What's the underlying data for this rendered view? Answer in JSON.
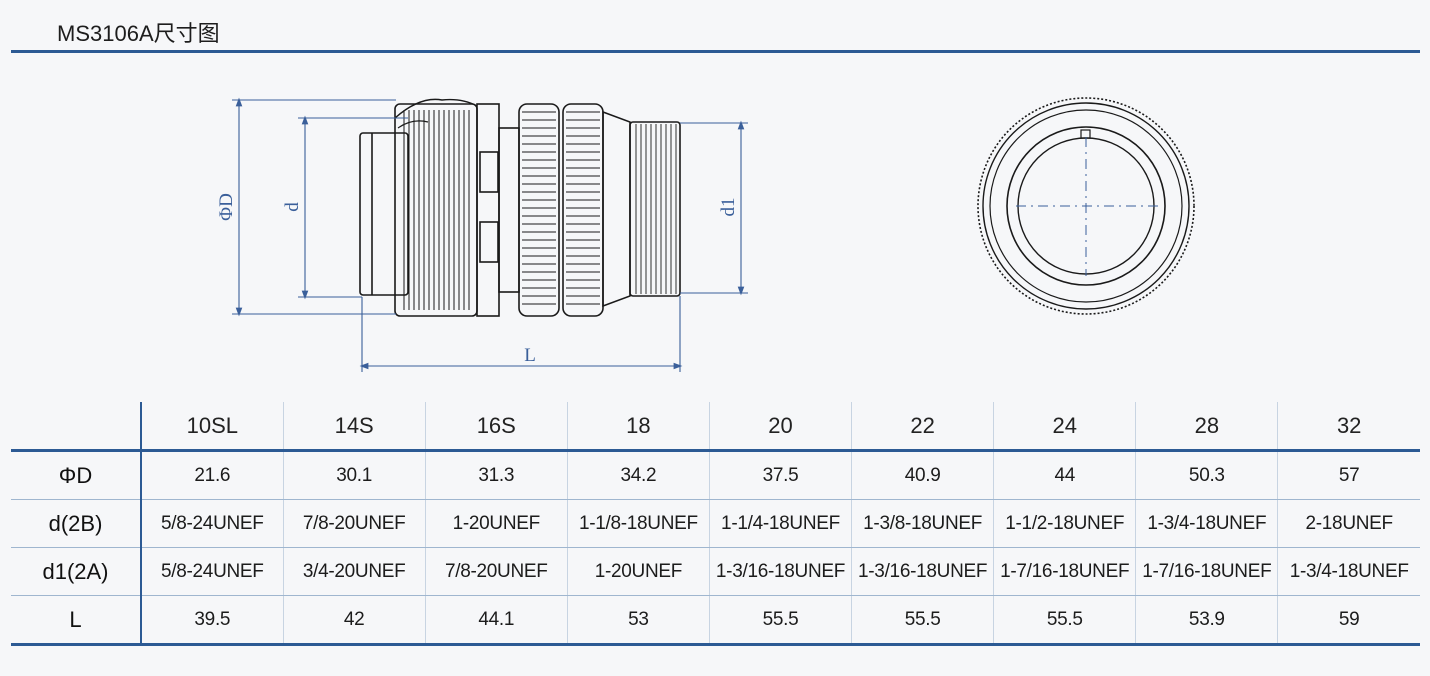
{
  "page": {
    "title": "MS3106A尺寸图"
  },
  "drawing": {
    "labels": {
      "outer_diameter": "ΦD",
      "inner_diameter": "d",
      "thread_diameter": "d1",
      "length": "L"
    },
    "colors": {
      "dimension_line": "#3a5f9a",
      "part_outline": "#1a1a1a",
      "center_line": "#3a5f9a"
    }
  },
  "table": {
    "sizes": [
      "10SL",
      "14S",
      "16S",
      "18",
      "20",
      "22",
      "24",
      "28",
      "32"
    ],
    "rows": [
      {
        "label": "ΦD",
        "values": [
          "21.6",
          "30.1",
          "31.3",
          "34.2",
          "37.5",
          "40.9",
          "44",
          "50.3",
          "57"
        ]
      },
      {
        "label": "d(2B)",
        "values": [
          "5/8-24UNEF",
          "7/8-20UNEF",
          "1-20UNEF",
          "1-1/8-18UNEF",
          "1-1/4-18UNEF",
          "1-3/8-18UNEF",
          "1-1/2-18UNEF",
          "1-3/4-18UNEF",
          "2-18UNEF"
        ]
      },
      {
        "label": "d1(2A)",
        "values": [
          "5/8-24UNEF",
          "3/4-20UNEF",
          "7/8-20UNEF",
          "1-20UNEF",
          "1-3/16-18UNEF",
          "1-3/16-18UNEF",
          "1-7/16-18UNEF",
          "1-7/16-18UNEF",
          "1-3/4-18UNEF"
        ]
      },
      {
        "label": "L",
        "values": [
          "39.5",
          "42",
          "44.1",
          "53",
          "55.5",
          "55.5",
          "55.5",
          "53.9",
          "59"
        ]
      }
    ]
  }
}
